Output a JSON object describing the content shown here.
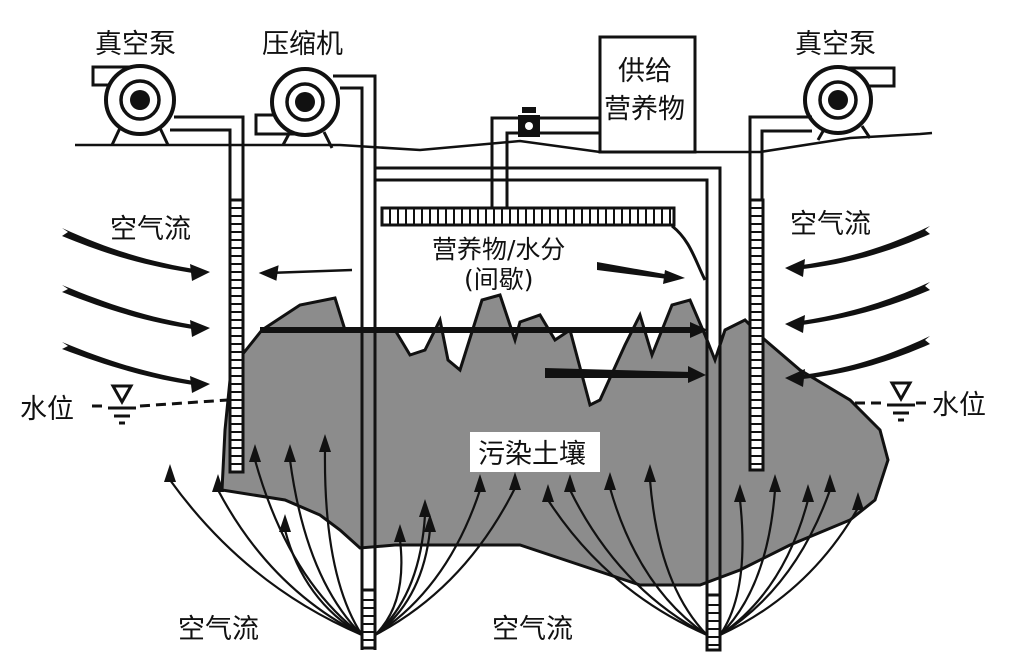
{
  "diagram": {
    "title": "Soil vapor extraction / bioventing schematic",
    "colors": {
      "ink": "#111111",
      "soil_fill": "#8c8c8c",
      "background": "#ffffff"
    },
    "labels": {
      "vacuum_pump_left": "真空泵",
      "compressor": "压缩机",
      "nutrient_supply_line1": "供给",
      "nutrient_supply_line2": "营养物",
      "vacuum_pump_right": "真空泵",
      "airflow_upper_left": "空气流",
      "airflow_upper_right": "空气流",
      "nutrient_water_line1": "营养物/水分",
      "nutrient_water_line2": "(间歇)",
      "water_level_left": "水位",
      "water_level_right": "水位",
      "contaminated_soil": "污染土壤",
      "airflow_bottom_left": "空气流",
      "airflow_bottom_center": "空气流"
    }
  }
}
